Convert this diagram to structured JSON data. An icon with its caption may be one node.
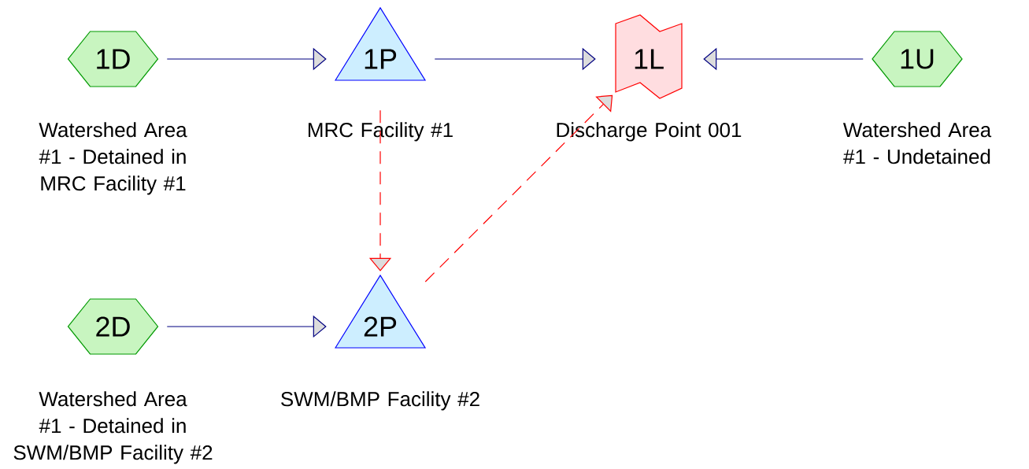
{
  "diagram": {
    "nodes": [
      {
        "text": [
          "1D"
        ],
        "beside": [
          "Watershed Area #1 - Detained in MRC Facility #1"
        ]
      },
      {
        "text": [
          "1P"
        ],
        "beside": [
          "MRC Facility #1"
        ]
      },
      {
        "text": [
          "1L"
        ],
        "beside": [
          "Discharge Point 001"
        ]
      },
      {
        "text": [
          "1U"
        ],
        "beside": [
          "Watershed Area #1 - Undetained"
        ]
      },
      {
        "text": [
          "2D"
        ],
        "beside": [
          "Watershed Area #1 - Detained in SWM/BMP Facility #2"
        ]
      },
      {
        "text": [
          "2P"
        ],
        "beside": [
          "SWM/BMP Facility #2"
        ]
      }
    ],
    "edges": [
      {
        "from": 0,
        "to": 1,
        "arrow": "to"
      },
      {
        "from": 1,
        "to": 2,
        "arrow": "to"
      },
      {
        "from": 3,
        "to": 2,
        "arrow": "to"
      },
      {
        "from": 1,
        "to": 5,
        "arrow": "to",
        "style": "dashed",
        "color": "#ff0000"
      },
      {
        "from": 4,
        "to": 5,
        "arrow": "to"
      },
      {
        "from": 5,
        "to": 2,
        "arrow": "to",
        "style": "dashed",
        "color": "#ff0000"
      }
    ]
  }
}
